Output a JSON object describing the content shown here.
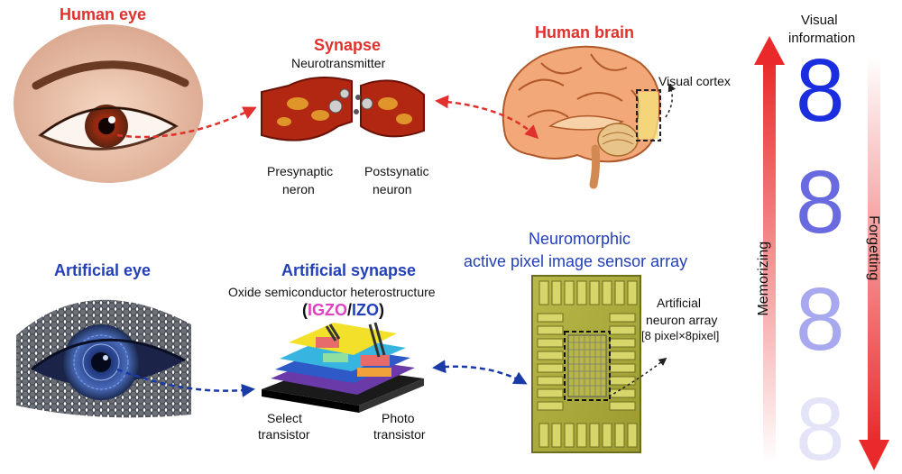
{
  "top": {
    "human_eye": "Human eye",
    "synapse": "Synapse",
    "neurotransmitter": "Neurotransmitter",
    "presynaptic_line1": "Presynaptic",
    "presynaptic_line2": "neron",
    "postsynaptic_line1": "Postsynatic",
    "postsynaptic_line2": "neuron",
    "human_brain": "Human brain",
    "visual_cortex": "Visual cortex"
  },
  "bottom": {
    "artificial_eye": "Artificial eye",
    "artificial_synapse": "Artificial synapse",
    "heterostructure": "Oxide semiconductor heterostructure",
    "paren_open": "(",
    "igzo": "IGZO",
    "slash": "/",
    "izo": "IZO",
    "paren_close": ")",
    "select_line1": "Select",
    "select_line2": "transistor",
    "photo_line1": "Photo",
    "photo_line2": "transistor",
    "neuromorphic_line1": "Neuromorphic",
    "neuromorphic_line2": "active pixel image sensor array",
    "artificial_neuron_line1": "Artificial",
    "artificial_neuron_line2": "neuron array",
    "artificial_neuron_line3": "[8 pixel×8pixel]"
  },
  "right_panel": {
    "visual_info_line1": "Visual",
    "visual_info_line2": "information",
    "memorizing": "Memorizing",
    "forgetting": "Forgetting",
    "digits": [
      "8",
      "8",
      "8",
      "8"
    ]
  },
  "colors": {
    "human_accent": "#e0312d",
    "artificial_accent": "#2340b8",
    "igzo": "#e040c0",
    "izo": "#2340b8"
  }
}
